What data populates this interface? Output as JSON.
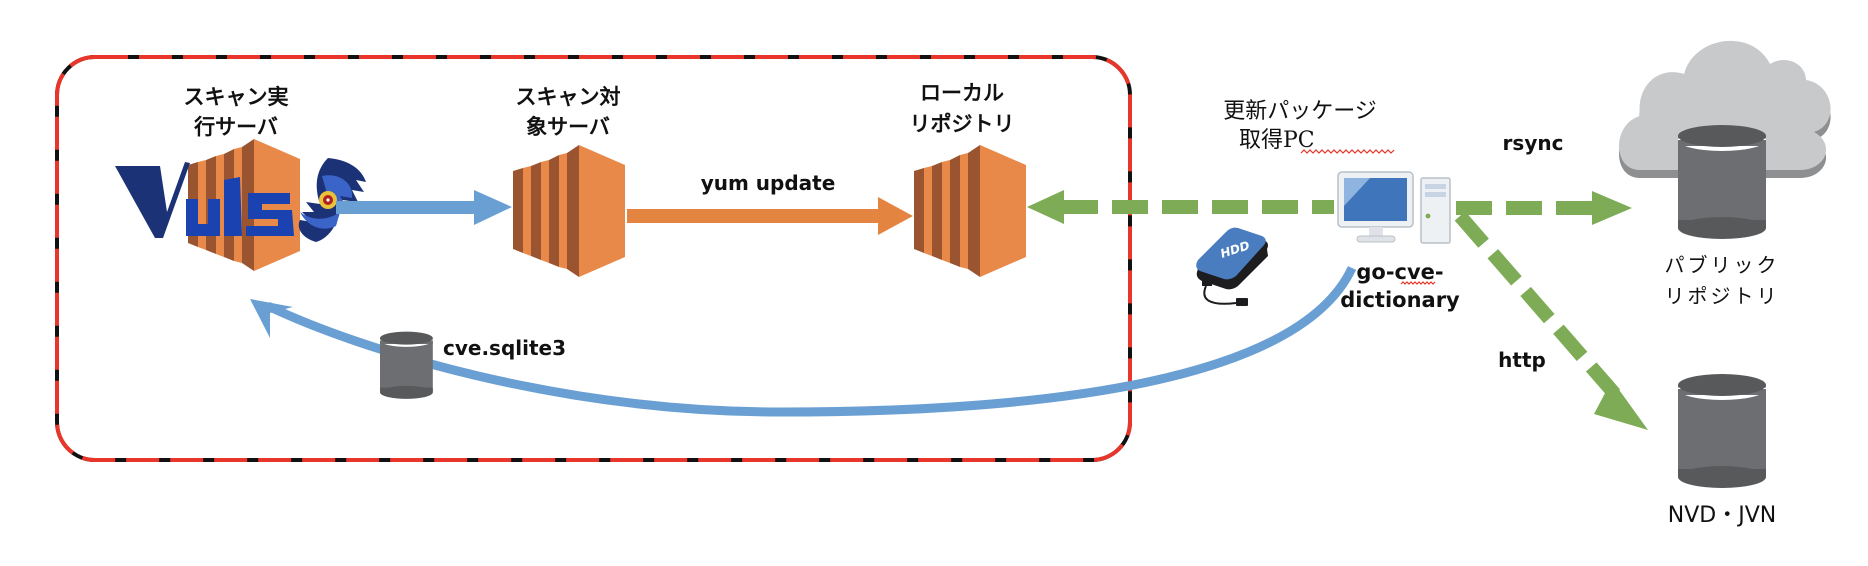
{
  "diagram": {
    "boundary": {
      "name": "internal-network-boundary",
      "stroke_primary": "#e8362a",
      "stroke_secondary": "#111111"
    },
    "nodes": {
      "scan_server": {
        "label_lines": [
          "スキャン実",
          "行サーバ"
        ],
        "logo_text": "Vuls"
      },
      "target_server": {
        "label_lines": [
          "スキャン対",
          "象サーバ"
        ]
      },
      "local_repo": {
        "label_lines": [
          "ローカル",
          "リポジトリ"
        ]
      },
      "update_pc": {
        "label_lines": [
          "更新パッケージ",
          "取得PC"
        ]
      },
      "hdd": {
        "label": "HDD"
      },
      "public_repo": {
        "label_lines": [
          "パブリック",
          "リポジトリ"
        ]
      },
      "nvd_jvn": {
        "label": "NVD・JVN"
      },
      "cve_db": {
        "label": "cve.sqlite3"
      }
    },
    "edges": {
      "scan": {
        "from": "scan_server",
        "to": "target_server",
        "label": "",
        "color": "#6a9fd4",
        "style": "solid"
      },
      "yum_update": {
        "from": "target_server",
        "to": "local_repo",
        "label": "yum update",
        "color": "#e38441",
        "style": "solid"
      },
      "pc_to_local": {
        "from": "update_pc",
        "to": "local_repo",
        "label": "",
        "color": "#7eab55",
        "style": "dashed"
      },
      "rsync": {
        "from": "update_pc",
        "to": "public_repo",
        "label": "rsync",
        "color": "#7eab55",
        "style": "dashed"
      },
      "http": {
        "from": "update_pc",
        "to": "nvd_jvn",
        "label": "http",
        "color": "#7eab55",
        "style": "dashed"
      },
      "go_cve": {
        "label_lines": [
          "go-cve-",
          "dictionary"
        ]
      },
      "cve_transfer": {
        "from": "update_pc",
        "to": "scan_server",
        "label": "cve.sqlite3",
        "color": "#6a9fd4",
        "style": "solid"
      }
    },
    "colors": {
      "server_light": "#e8894a",
      "server_dark": "#9a5430",
      "db_body": "#6d6e71",
      "db_top": "#58595b",
      "cloud": "#c8c9cb",
      "cloud_shadow": "#8e8f91",
      "vuls_dark": "#1c3276",
      "vuls_blue": "#1a42b0",
      "spellcheck": "#e8362a"
    }
  }
}
